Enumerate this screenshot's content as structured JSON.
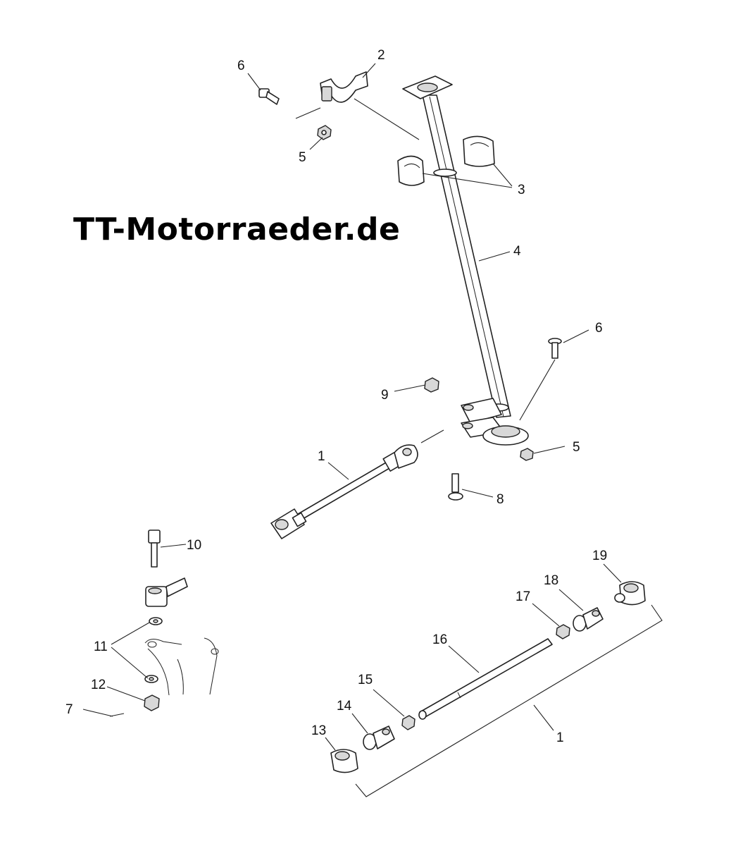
{
  "brand": {
    "text": "TT-Motorraeder.de"
  },
  "callouts": {
    "c1a": "1",
    "c1b": "1",
    "c2": "2",
    "c3": "3",
    "c4": "4",
    "c5a": "5",
    "c5b": "5",
    "c6a": "6",
    "c6b": "6",
    "c7": "7",
    "c8": "8",
    "c9": "9",
    "c10": "10",
    "c11": "11",
    "c12": "12",
    "c13": "13",
    "c14": "14",
    "c15": "15",
    "c16": "16",
    "c17": "17",
    "c18": "18",
    "c19": "19"
  }
}
